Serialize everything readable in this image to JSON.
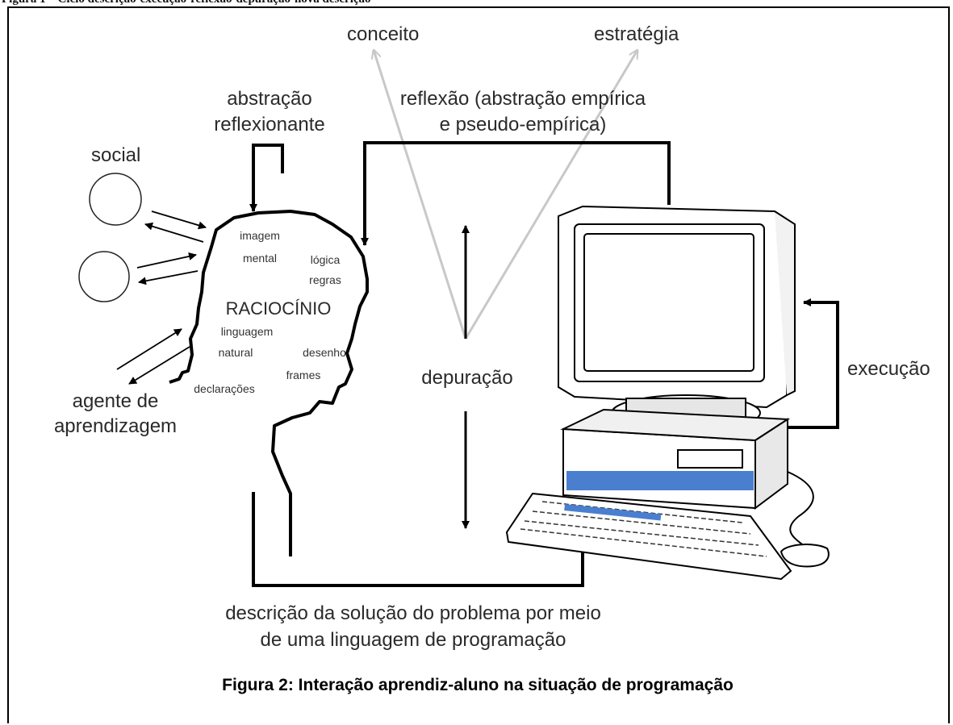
{
  "header_text": "Figura 1 – Ciclo descrição-execução-reflexão-depuração-nova descrição",
  "labels": {
    "conceito": "conceito",
    "estrategia": "estratégia",
    "abstracao_1": "abstração",
    "abstracao_2": "reflexionante",
    "reflexao_1": "reflexão (abstração empírica",
    "reflexao_2": "e pseudo-empírica)",
    "social": "social",
    "agente_1": "agente de",
    "agente_2": "aprendizagem",
    "depuracao": "depuração",
    "execucao": "execução",
    "descricao_1": "descrição da solução do problema por meio",
    "descricao_2": "de uma linguagem de programação"
  },
  "head_words": {
    "imagem": "imagem",
    "mental": "mental",
    "logica": "lógica",
    "regras": "regras",
    "raciocinio": "RACIOCÍNIO",
    "linguagem": "linguagem",
    "natural": "natural",
    "desenho": "desenho",
    "frames": "frames",
    "declaracoes": "declarações"
  },
  "caption": "Figura 2: Interação aprendiz-aluno na situação de programação",
  "colors": {
    "line": "#000000",
    "gray_arrow": "#c8c8c8",
    "keyboard_accent": "#4a7fd0"
  }
}
